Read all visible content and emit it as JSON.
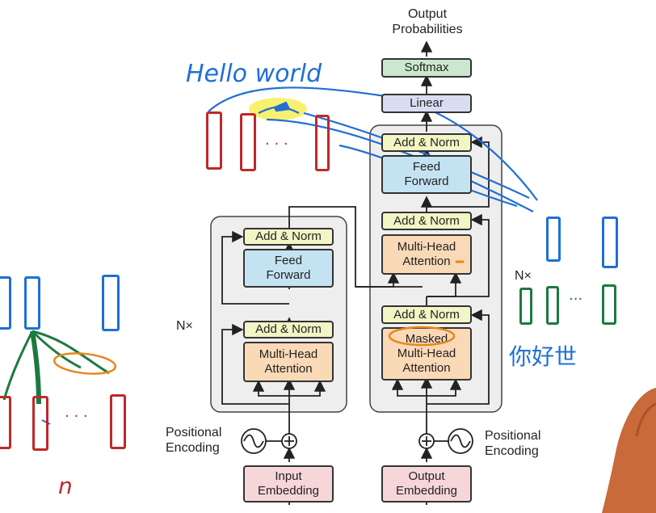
{
  "diagram": {
    "output_probabilities": [
      "Output",
      "Probabilities"
    ],
    "softmax": "Softmax",
    "linear": "Linear",
    "add_norm": "Add & Norm",
    "feed_forward": [
      "Feed",
      "Forward"
    ],
    "multi_head_attention": [
      "Multi-Head",
      "Attention"
    ],
    "masked_attention": [
      "Masked",
      "Multi-Head",
      "Attention"
    ],
    "nx": "N×",
    "positional_encoding": [
      "Positional",
      "Encoding"
    ],
    "input_embedding": [
      "Input",
      "Embedding"
    ],
    "output_embedding": [
      "Output",
      "Embedding"
    ]
  },
  "annotations": {
    "hello_world": "Hello world",
    "chinese_text": "你好世",
    "ellipsis": "· · ·",
    "ellipsis_small": "···",
    "n_label": "n"
  },
  "colors": {
    "norm": "#f2f5c4",
    "feed_forward": "#c3e3f2",
    "attention": "#fad9b7",
    "embedding": "#f7d6da",
    "linear": "#d9ddf2",
    "softmax": "#cbe8cf",
    "ink_blue": "#1f6fd6",
    "ink_red": "#c0282a",
    "ink_green": "#1b7a3f",
    "ink_orange": "#e8861a",
    "highlight": "#f7ef55"
  }
}
